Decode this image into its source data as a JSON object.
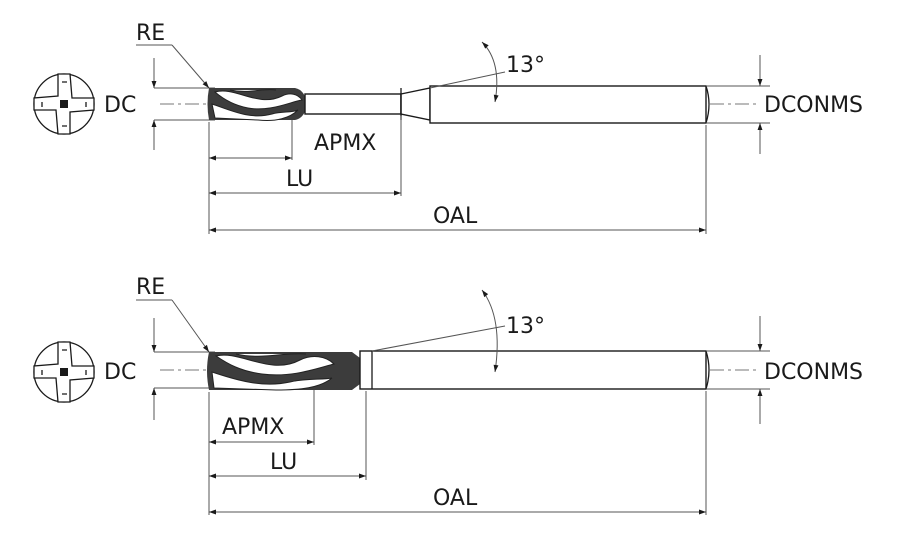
{
  "diagrams": [
    {
      "labels": {
        "re": "RE",
        "dc": "DC",
        "angle": "13°",
        "dconms": "DCONMS",
        "apmx": "APMX",
        "lu": "LU",
        "oal": "OAL"
      }
    },
    {
      "labels": {
        "re": "RE",
        "dc": "DC",
        "angle": "13°",
        "dconms": "DCONMS",
        "apmx": "APMX",
        "lu": "LU",
        "oal": "OAL"
      }
    }
  ]
}
